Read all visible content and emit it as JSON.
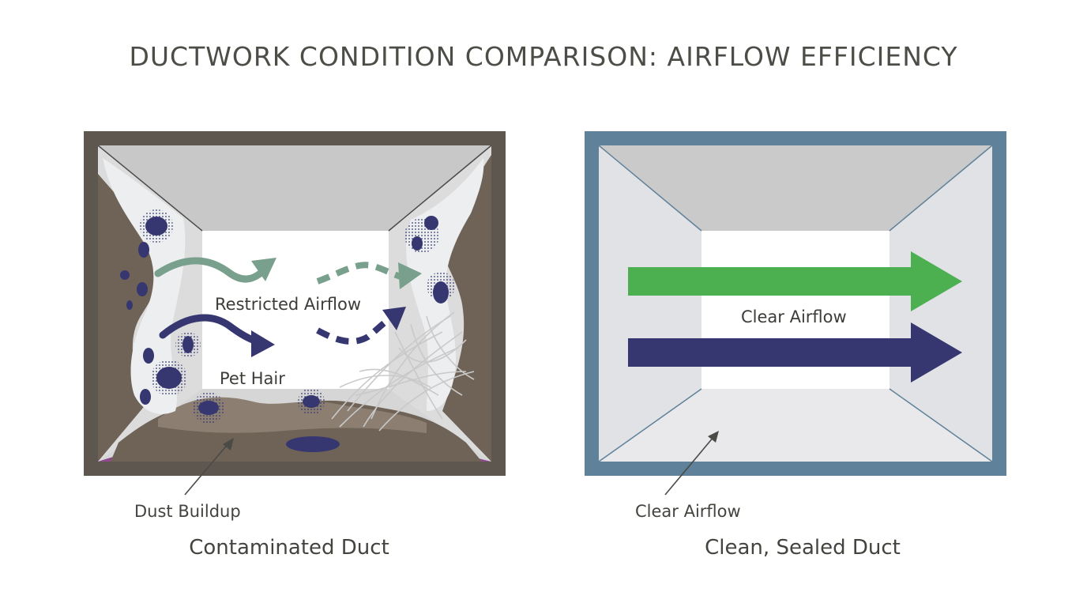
{
  "title": "DUCTWORK CONDITION COMPARISON: AIRFLOW EFFICIENCY",
  "left_panel": {
    "caption": "Contaminated Duct",
    "label_restricted": "Restricted Airflow",
    "label_pet_hair": "Pet Hair",
    "label_dust": "Dust Buildup"
  },
  "right_panel": {
    "caption": "Clean, Sealed Duct",
    "label_center": "Clear Airflow",
    "label_pointer": "Clear Airflow"
  },
  "colors": {
    "dirty_frame": "#5e574f",
    "dirty_purple": "#8e4a8f",
    "dirty_grime": "#6f6257",
    "clean_frame": "#5f819a",
    "airflow_green": "#4caf50",
    "airflow_navy": "#363770",
    "muted_green": "#78a08c"
  }
}
